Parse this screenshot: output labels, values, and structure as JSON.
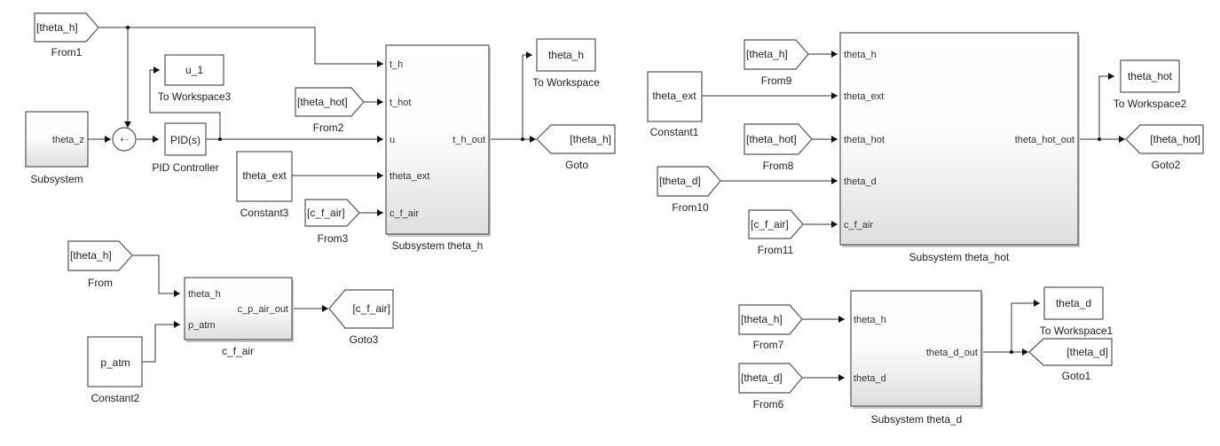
{
  "diagram": {
    "blocks": {
      "from1": {
        "text": "[theta_h]",
        "label": "From1"
      },
      "tows3": {
        "text": "u_1",
        "label": "To Workspace3"
      },
      "subsystem": {
        "port_out": "theta_z",
        "label": "Subsystem"
      },
      "sum": {
        "signs": "+ -"
      },
      "pid": {
        "text": "PID(s)",
        "label": "PID Controller"
      },
      "from2": {
        "text": "[theta_hot]",
        "label": "From2"
      },
      "const3": {
        "text": "theta_ext",
        "label": "Constant3"
      },
      "from3": {
        "text": "[c_f_air]",
        "label": "From3"
      },
      "sub_h": {
        "label": "Subsystem theta_h",
        "ports_in": [
          "t_h",
          "t_hot",
          "u",
          "theta_ext",
          "c_f_air"
        ],
        "port_out": "t_h_out"
      },
      "tows": {
        "text": "theta_h",
        "label": "To Workspace"
      },
      "goto": {
        "text": "[theta_h]",
        "label": "Goto"
      },
      "from": {
        "text": "[theta_h]",
        "label": "From"
      },
      "const2": {
        "text": "p_atm",
        "label": "Constant2"
      },
      "cfair": {
        "label": "c_f_air",
        "ports_in": [
          "theta_h",
          "p_atm"
        ],
        "port_out": "c_p_air_out"
      },
      "goto3": {
        "text": "[c_f_air]",
        "label": "Goto3"
      },
      "from9": {
        "text": "[theta_h]",
        "label": "From9"
      },
      "const1": {
        "text": "theta_ext",
        "label": "Constant1"
      },
      "from8": {
        "text": "[theta_hot]",
        "label": "From8"
      },
      "from10": {
        "text": "[theta_d]",
        "label": "From10"
      },
      "from11": {
        "text": "[c_f_air]",
        "label": "From11"
      },
      "sub_hot": {
        "label": "Subsystem theta_hot",
        "ports_in": [
          "theta_h",
          "theta_ext",
          "theta_hot",
          "theta_d",
          "c_f_air"
        ],
        "port_out": "theta_hot_out"
      },
      "tows2": {
        "text": "theta_hot",
        "label": "To Workspace2"
      },
      "goto2": {
        "text": "[theta_hot]",
        "label": "Goto2"
      },
      "from7": {
        "text": "[theta_h]",
        "label": "From7"
      },
      "from6": {
        "text": "[theta_d]",
        "label": "From6"
      },
      "sub_d": {
        "label": "Subsystem theta_d",
        "ports_in": [
          "theta_h",
          "theta_d"
        ],
        "port_out": "theta_d_out"
      },
      "tows1": {
        "text": "theta_d",
        "label": "To Workspace1"
      },
      "goto1": {
        "text": "[theta_d]",
        "label": "Goto1"
      }
    }
  }
}
